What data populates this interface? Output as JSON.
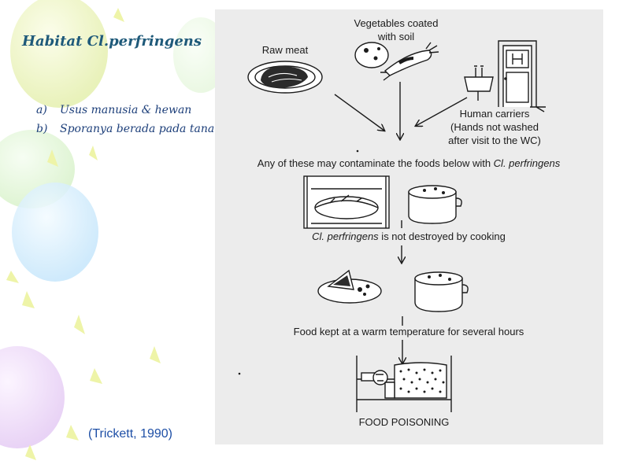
{
  "slide": {
    "title": "Habitat Cl.perfringens",
    "bullets": [
      {
        "marker": "a)",
        "text": "Usus manusia & hewan"
      },
      {
        "marker": "b)",
        "text": "Sporanya berada pada tanah"
      }
    ],
    "citation": "(Trickett, 1990)"
  },
  "diagram": {
    "sources": {
      "raw_meat": "Raw meat",
      "vegetables_line1": "Vegetables coated",
      "vegetables_line2": "with soil",
      "carriers_line1": "Human carriers",
      "carriers_line2": "(Hands not washed",
      "carriers_line3": "after visit to the WC)"
    },
    "step1_prefix": "Any of these may contaminate the foods below with ",
    "step1_organism": "Cl. perfringens",
    "step2_organism": "Cl. perfringens",
    "step2_suffix": " is not destroyed by cooking",
    "step3": "Food kept at a warm temperature for several hours",
    "result": "FOOD POISONING"
  },
  "colors": {
    "title": "#1f5a7a",
    "bullet_text": "#1d3f7a",
    "citation": "#1e4fa6",
    "panel_bg": "#ececec",
    "ink": "#1b1b1b"
  }
}
